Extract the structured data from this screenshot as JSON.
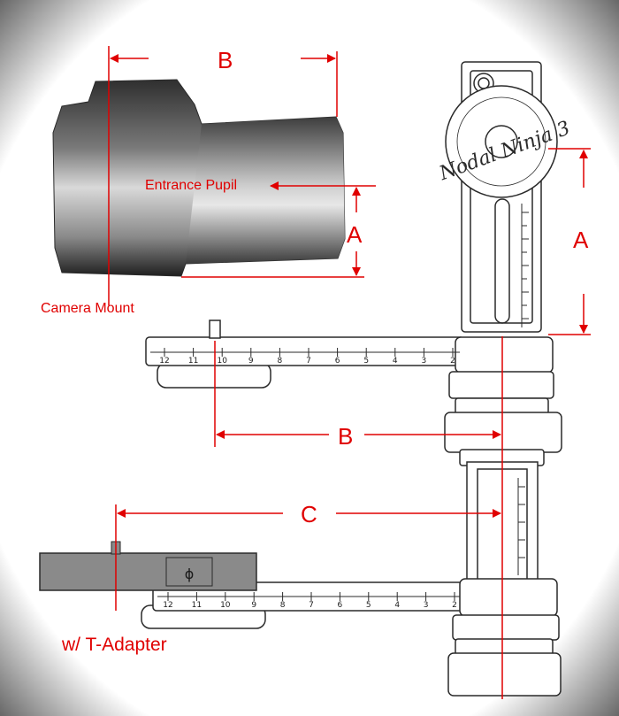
{
  "labels": {
    "b_top": "B",
    "a_left": "A",
    "a_right": "A",
    "b_mid": "B",
    "c": "C",
    "entrance_pupil": "Entrance Pupil",
    "camera_mount": "Camera Mount",
    "t_adapter": "w/ T-Adapter"
  },
  "rotator_text": "Nodal Ninja 3",
  "phi_symbol": "ϕ",
  "upper_rail_ticks": [
    "12",
    "11",
    "10",
    "9",
    "8",
    "7",
    "6",
    "5",
    "4",
    "3",
    "2"
  ],
  "lower_rail_ticks": [
    "12",
    "11",
    "10",
    "9",
    "8",
    "7",
    "6",
    "5",
    "4",
    "3",
    "2"
  ],
  "colors": {
    "annotation": "#e00000",
    "outline": "#2a2a2a",
    "vignette": "#6e6e6e"
  }
}
